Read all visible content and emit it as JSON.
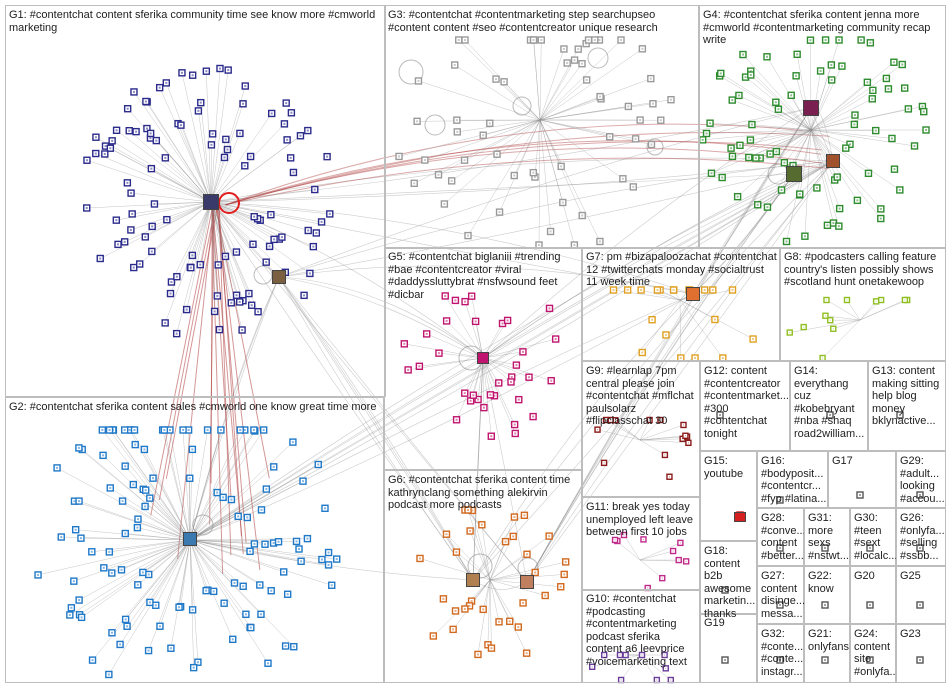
{
  "groups": [
    {
      "id": "G1",
      "label": "G1: #contentchat content sferika community time see know more #cmworld marketing",
      "color": "#2b2b8c"
    },
    {
      "id": "G2",
      "label": "G2: #contentchat sferika content sales #cmworld one know great time more",
      "color": "#1f78c8"
    },
    {
      "id": "G3",
      "label": "G3: #contentchat #contentmarketing step searchupseo #content content #seo #contentcreator unique research",
      "color": "#9a9a9a"
    },
    {
      "id": "G4",
      "label": "G4: #contentchat sferika content jenna more #cmworld #contentmarketing community recap write",
      "color": "#2e8b2e"
    },
    {
      "id": "G5",
      "label": "G5: #contentchat biglaniii #trending #bae #contentcreator #viral #daddyssluttybrat #nsfwsound feet #dicbar",
      "color": "#c0156e"
    },
    {
      "id": "G6",
      "label": "G6: #contentchat sferika content time kathrynclang something alekirvin podcast more podcasts",
      "color": "#d2691e"
    },
    {
      "id": "G7",
      "label": "G7: pm #bizapaloozachat #contentchat 12 #twitterchats monday #socialtrust 11 week time",
      "color": "#e0a020"
    },
    {
      "id": "G8",
      "label": "G8: #podcasters calling feature country's listen possibly shows #scotland hunt onetakewoop",
      "color": "#8fbf20"
    },
    {
      "id": "G9",
      "label": "G9: #learnlap 7pm central please join #contentchat #mflchat paulsolarz #flipclasschat 30",
      "color": "#8b1a1a"
    },
    {
      "id": "G10",
      "label": "G10: #contentchat #podcasting #contentmarketing podcast sferika content a6 leevprice #voicemarketing text",
      "color": "#6a3d9a"
    },
    {
      "id": "G11",
      "label": "G11: break yes today unemployed left leave between first 10 jobs",
      "color": "#c02a8a"
    },
    {
      "id": "G12",
      "label": "G12: content #contentcreator #contentmarket... #300 #contentchat tonight",
      "color": "#555555"
    },
    {
      "id": "G13",
      "label": "G13: content making sitting help blog money bklynactive...",
      "color": "#555555"
    },
    {
      "id": "G14",
      "label": "G14: everythang cuz #kobebryant #nba #shaq road2william...",
      "color": "#555555"
    },
    {
      "id": "G15",
      "label": "G15: youtube",
      "color": "#d62020"
    },
    {
      "id": "G16",
      "label": "G16: #bodyposit... #contentcr... #fyp #latina...",
      "color": "#555555"
    },
    {
      "id": "G17",
      "label": "G17",
      "color": "#555555"
    },
    {
      "id": "G18",
      "label": "G18: content b2b awesome marketin... thanks",
      "color": "#555555"
    },
    {
      "id": "G19",
      "label": "G19",
      "color": "#555555"
    },
    {
      "id": "G20",
      "label": "G20",
      "color": "#555555"
    },
    {
      "id": "G21",
      "label": "G21: onlyfans",
      "color": "#555555"
    },
    {
      "id": "G22",
      "label": "G22: know",
      "color": "#555555"
    },
    {
      "id": "G23",
      "label": "G23",
      "color": "#555555"
    },
    {
      "id": "G24",
      "label": "G24: content site #onlyfa...",
      "color": "#555555"
    },
    {
      "id": "G25",
      "label": "G25",
      "color": "#555555"
    },
    {
      "id": "G26",
      "label": "G26: #onlyfa... #selling #ssbb...",
      "color": "#555555"
    },
    {
      "id": "G27",
      "label": "G27: content disinge... messa...",
      "color": "#555555"
    },
    {
      "id": "G28",
      "label": "G28: #conve... content #better...",
      "color": "#555555"
    },
    {
      "id": "G29",
      "label": "G29: #adult... looking #accou...",
      "color": "#555555"
    },
    {
      "id": "G30",
      "label": "G30: #teen #sext #localc...",
      "color": "#555555"
    },
    {
      "id": "G31",
      "label": "G31: more sexs #nstwt...",
      "color": "#555555"
    },
    {
      "id": "G32",
      "label": "G32: #conte... #conte... instagr...",
      "color": "#555555"
    }
  ],
  "colors": {
    "edge": "#8c8c8c",
    "edge_strong": "#b04040",
    "box_border": "#bdbdbd",
    "hub_ring": "#e02020"
  }
}
